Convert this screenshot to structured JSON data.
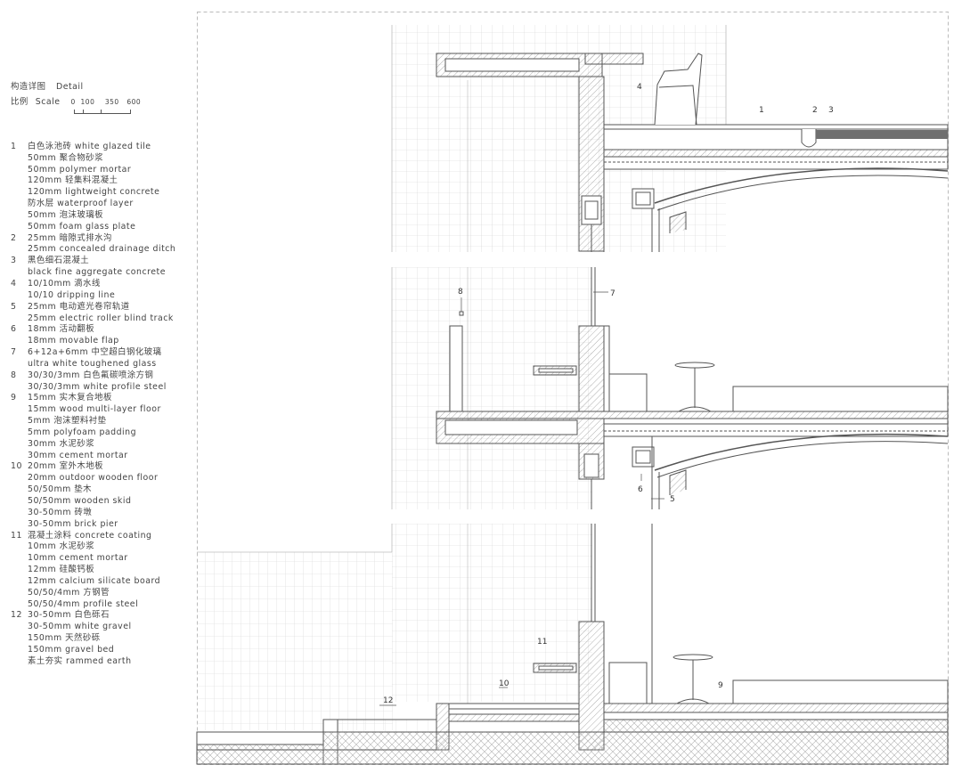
{
  "title": {
    "zh": "构造详图",
    "en": "Detail"
  },
  "scale": {
    "zh": "比例",
    "en": "Scale",
    "ticks": "0  100    350   600"
  },
  "legend": [
    {
      "n": "1",
      "lines": [
        "白色泳池砖  white glazed tile",
        "50mm 聚合物砂浆",
        "50mm polymer mortar",
        "120mm 轻集料混凝土",
        "120mm lightweight concrete",
        "防水层  waterproof layer",
        "50mm 泡沫玻璃板",
        "50mm foam glass plate"
      ]
    },
    {
      "n": "2",
      "lines": [
        "25mm 暗隙式排水沟",
        "25mm concealed drainage ditch"
      ]
    },
    {
      "n": "3",
      "lines": [
        "黑色细石混凝土",
        "black fine aggregate concrete"
      ]
    },
    {
      "n": "4",
      "lines": [
        "10/10mm 滴水线",
        "10/10 dripping line"
      ]
    },
    {
      "n": "5",
      "lines": [
        "25mm 电动遮光卷帘轨道",
        "25mm electric roller blind track"
      ]
    },
    {
      "n": "6",
      "lines": [
        "18mm 活动翻板",
        "18mm movable flap"
      ]
    },
    {
      "n": "7",
      "lines": [
        "6+12a+6mm 中空超白钢化玻璃",
        "ultra white toughened glass"
      ]
    },
    {
      "n": "8",
      "lines": [
        "30/30/3mm 白色氟碳喷涂方钢",
        "30/30/3mm white profile steel"
      ]
    },
    {
      "n": "9",
      "lines": [
        "15mm 实木复合地板",
        "15mm wood multi-layer floor",
        "5mm 泡沫塑料衬垫",
        "5mm polyfoam padding",
        "30mm 水泥砂浆",
        "30mm cement mortar"
      ]
    },
    {
      "n": "10",
      "lines": [
        "20mm 室外木地板",
        "20mm outdoor wooden floor",
        "50/50mm 垫木",
        "50/50mm wooden skid",
        "30-50mm 砖墩",
        "30-50mm brick pier"
      ]
    },
    {
      "n": "11",
      "lines": [
        "混凝土涂料 concrete coating",
        "10mm 水泥砂浆",
        "10mm cement mortar",
        "12mm 硅酸钙板",
        "12mm calcium silicate board",
        "50/50/4mm 方钢管",
        "50/50/4mm profile steel"
      ]
    },
    {
      "n": "12",
      "lines": [
        "30-50mm 白色砾石",
        "30-50mm white gravel",
        "150mm 天然砂砾",
        "150mm gravel bed",
        "素土夯实 rammed earth"
      ]
    }
  ],
  "callouts": [
    "1",
    "2",
    "3",
    "4",
    "5",
    "6",
    "7",
    "8",
    "9",
    "10",
    "11",
    "12"
  ],
  "colors": {
    "line": "#555555",
    "grid": "#cfcfcf",
    "hatch": "#9a9a9a",
    "dark": "#666666"
  }
}
